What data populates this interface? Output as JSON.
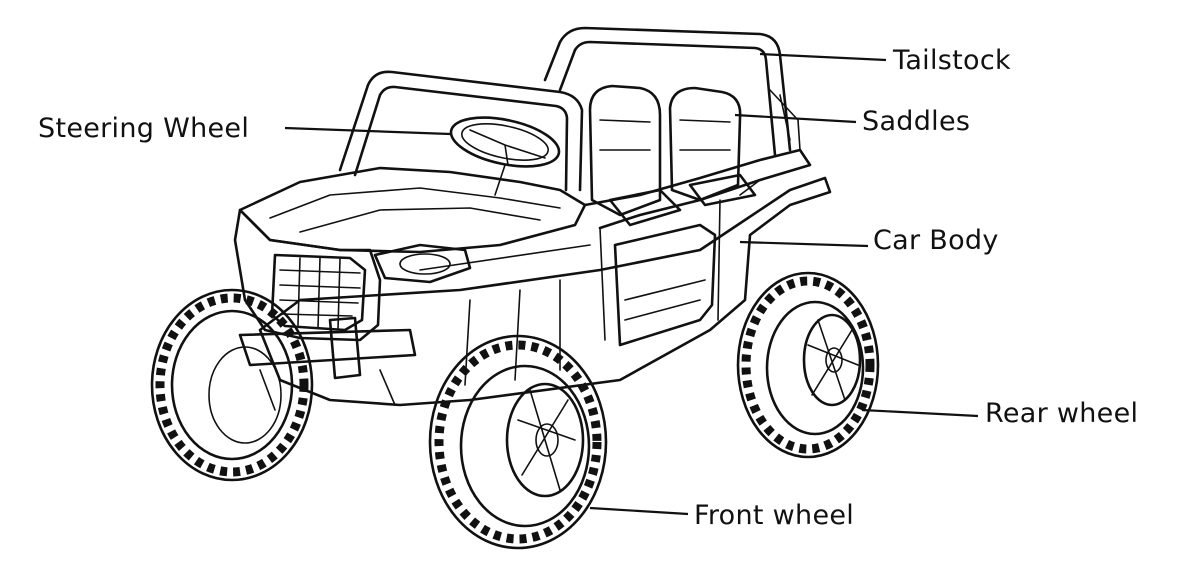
{
  "labels": {
    "tailstock": "Tailstock",
    "saddles": "Saddles",
    "steering_wheel": "Steering Wheel",
    "car_body": "Car Body",
    "rear_wheel": "Rear wheel",
    "front_wheel": "Front wheel"
  },
  "colors": {
    "line": "#111111",
    "background": "#ffffff"
  }
}
